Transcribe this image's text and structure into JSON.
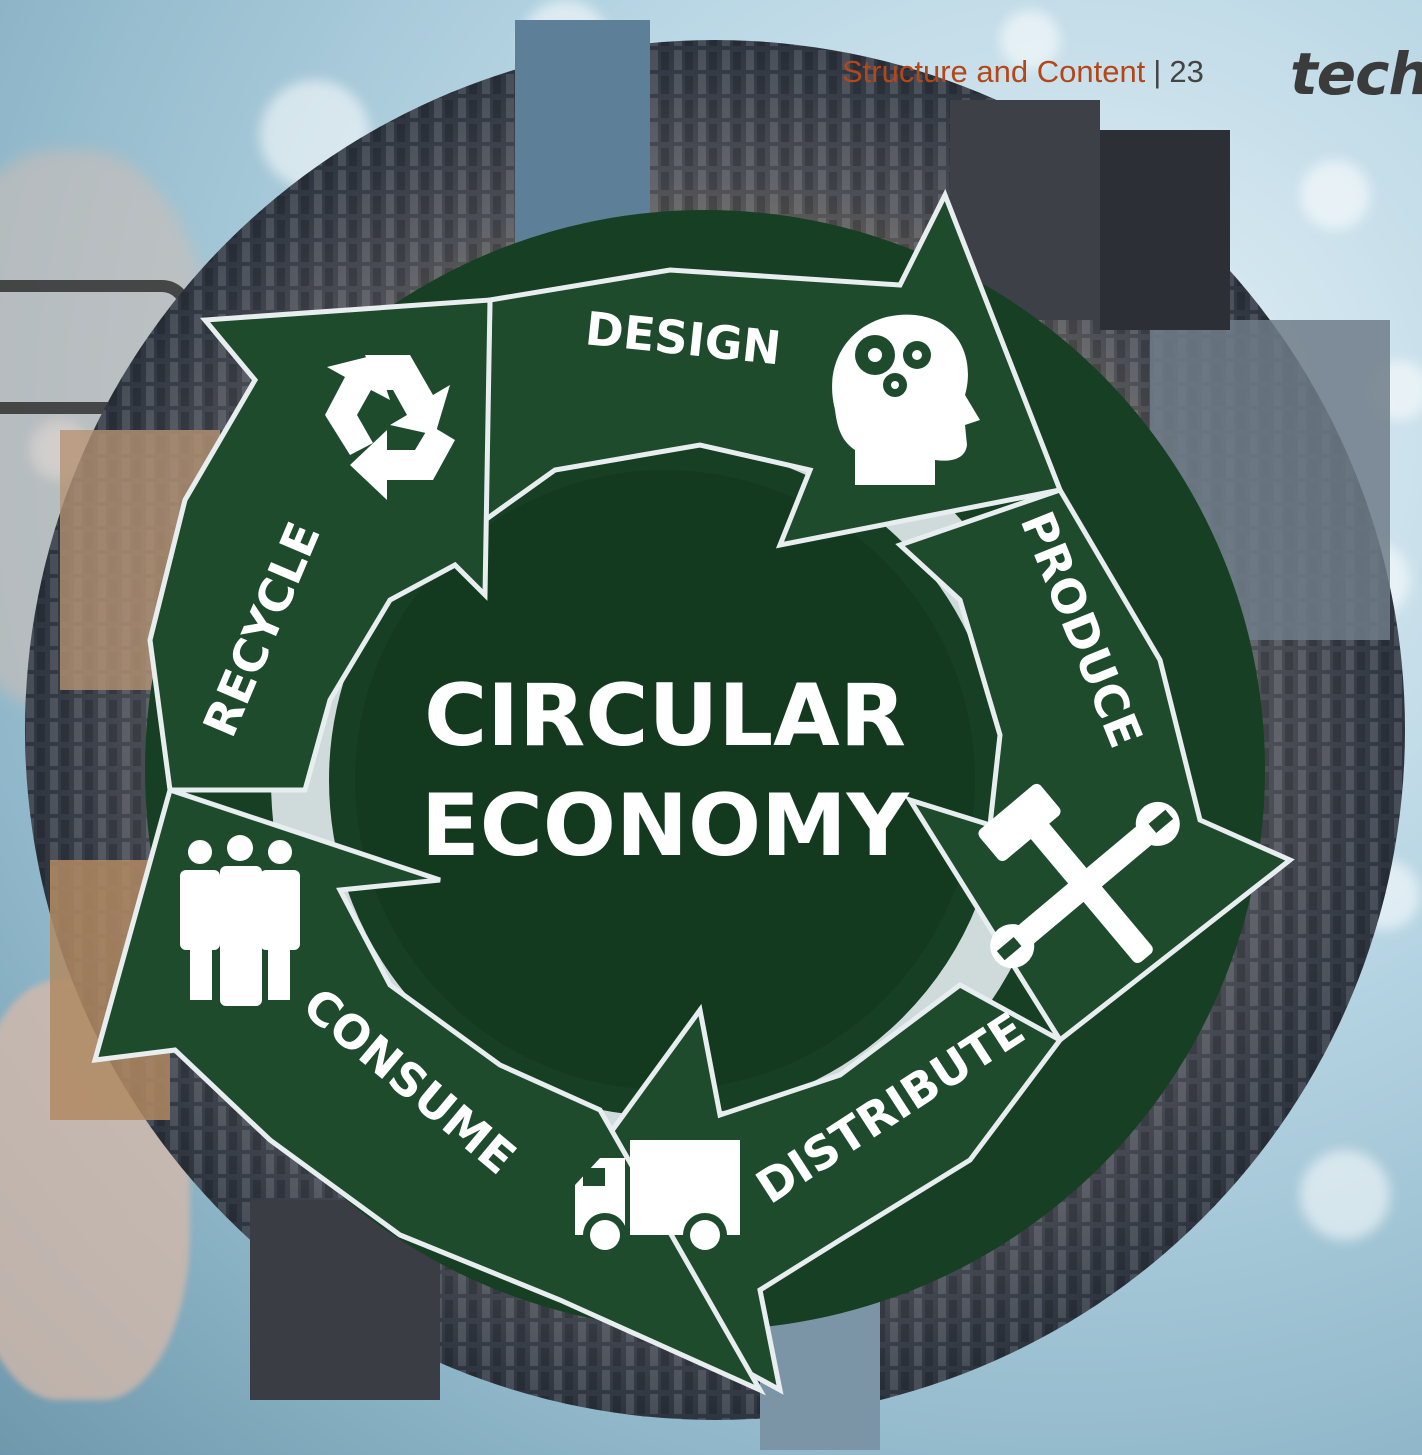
{
  "header": {
    "section": "Structure and Content",
    "separator": "|",
    "page_number": "23"
  },
  "logo": {
    "text": "tech"
  },
  "diagram": {
    "center_title_line1": "CIRCULAR",
    "center_title_line2": "ECONOMY",
    "stages": [
      {
        "label": "DESIGN",
        "icon": "head-gears-icon"
      },
      {
        "label": "PRODUCE",
        "icon": "hammer-wrench-icon"
      },
      {
        "label": "DISTRIBUTE",
        "icon": "truck-icon"
      },
      {
        "label": "CONSUME",
        "icon": "people-icon"
      },
      {
        "label": "RECYCLE",
        "icon": "recycle-icon"
      }
    ]
  },
  "colors": {
    "arrow_green": "#1e4a2c",
    "ring_green": "#163d22",
    "accent_orange": "#b3471a",
    "logo_gray": "#3b3b3b"
  }
}
